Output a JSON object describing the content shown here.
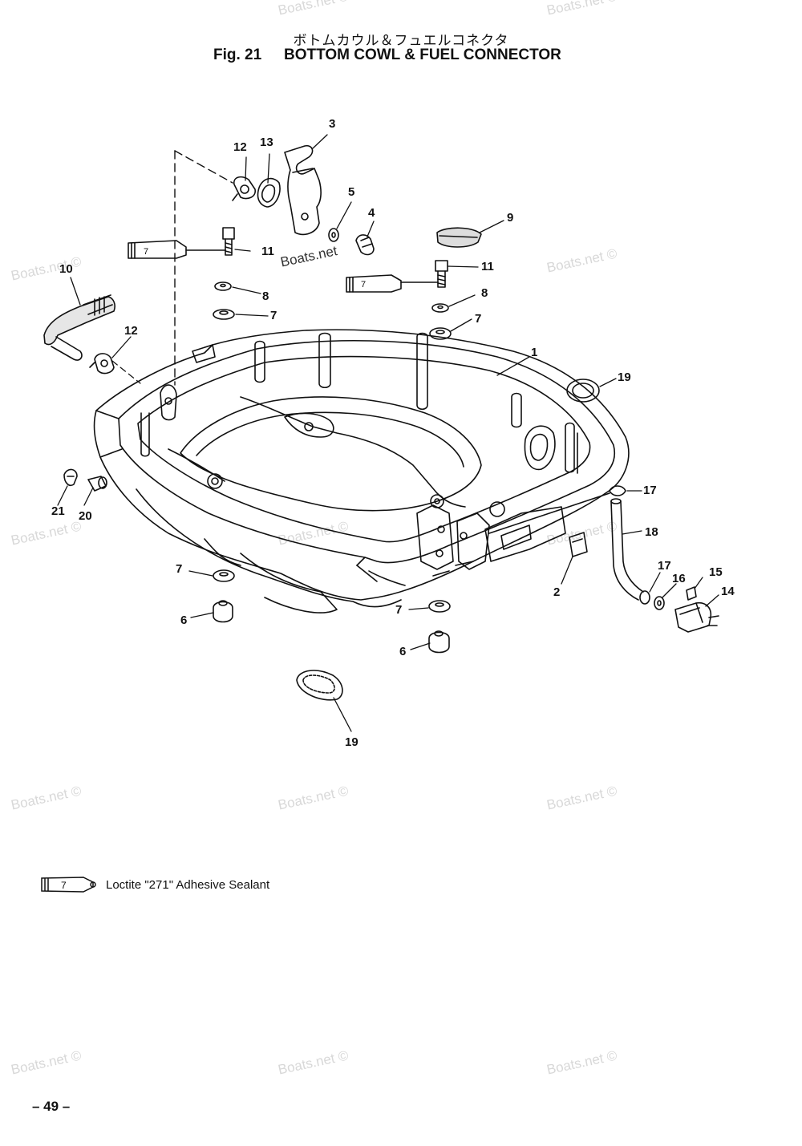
{
  "header": {
    "title_jp": "ボトムカウル＆フュエルコネクタ",
    "fig_label": "Fig. 21",
    "title_en": "BOTTOM COWL & FUEL CONNECTOR"
  },
  "watermark": {
    "text": "Boats.net ©",
    "text_inline": "Boats.net"
  },
  "callouts": [
    "1",
    "2",
    "3",
    "4",
    "5",
    "6",
    "6",
    "7",
    "7",
    "7",
    "7",
    "8",
    "8",
    "9",
    "10",
    "11",
    "11",
    "12",
    "12",
    "13",
    "14",
    "15",
    "16",
    "17",
    "17",
    "18",
    "19",
    "19",
    "20",
    "21"
  ],
  "tube_label": "7",
  "legend": {
    "symbol_label": "7",
    "text": "Loctite \"271\" Adhesive Sealant"
  },
  "footer": {
    "page_number": "– 49 –"
  }
}
